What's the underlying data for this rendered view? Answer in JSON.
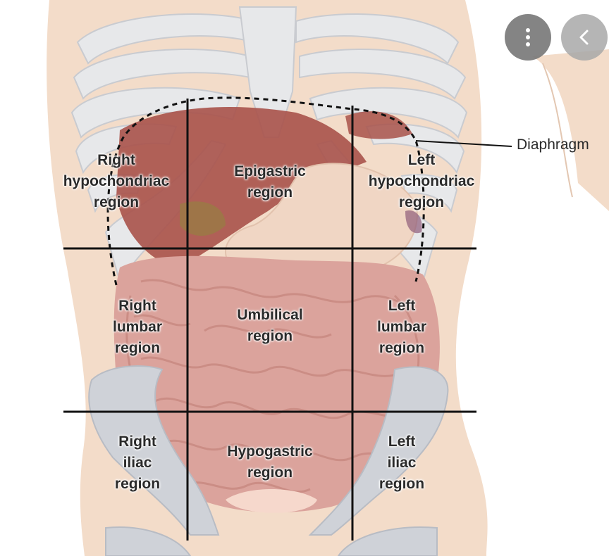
{
  "diagram": {
    "callout": {
      "label": "Diaphragm"
    },
    "regions": {
      "right_hypochondriac": [
        "Right",
        "hypochondriac",
        "region"
      ],
      "epigastric": [
        "Epigastric",
        "region"
      ],
      "left_hypochondriac": [
        "Left",
        "hypochondriac",
        "region"
      ],
      "right_lumbar": [
        "Right",
        "lumbar",
        "region"
      ],
      "umbilical": [
        "Umbilical",
        "region"
      ],
      "left_lumbar": [
        "Left",
        "lumbar",
        "region"
      ],
      "right_iliac": [
        "Right",
        "iliac",
        "region"
      ],
      "hypogastric": [
        "Hypogastric",
        "region"
      ],
      "left_iliac": [
        "Left",
        "iliac",
        "region"
      ]
    },
    "colors": {
      "skin": "#f3dcc9",
      "bone": "#e7e8ea",
      "liver": "#a8524a",
      "intestine": "#dba39c",
      "stomach": "#f0d6c4",
      "pelvis": "#cfd2d8",
      "lines": "#111111"
    }
  },
  "overlay": {
    "more_button": {
      "icon": "vertical-dots-icon"
    },
    "back_button": {
      "icon": "chevron-left-icon"
    }
  }
}
